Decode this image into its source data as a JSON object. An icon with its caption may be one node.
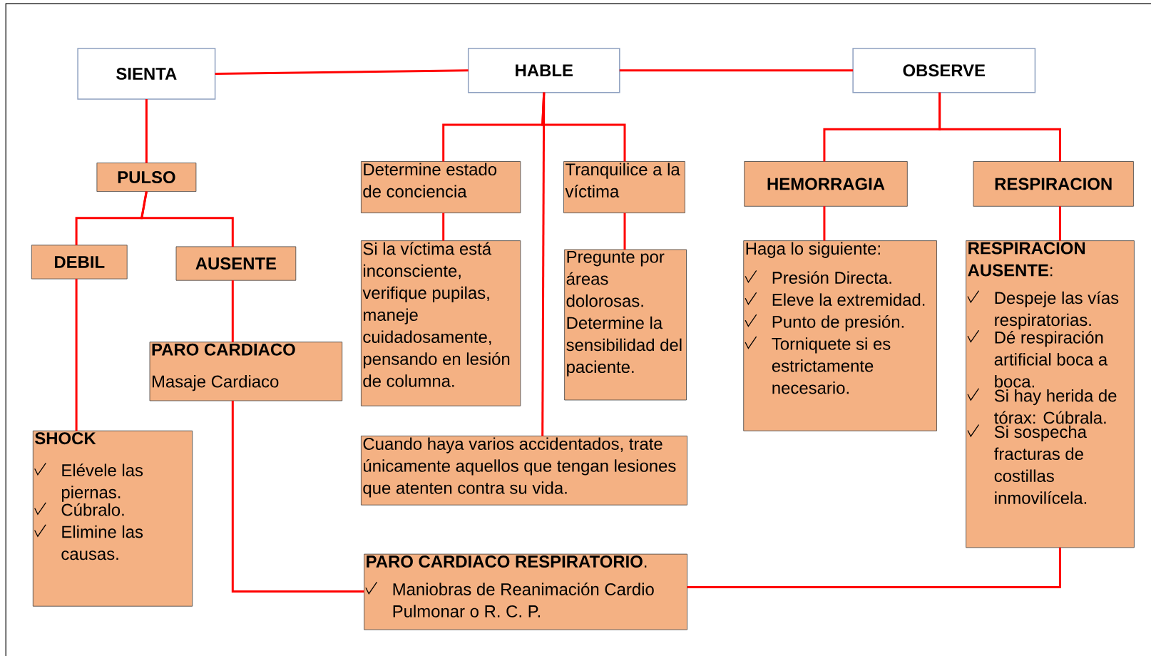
{
  "diagram": {
    "nodes": [
      {
        "text": [
          "SIENTA"
        ]
      },
      {
        "text": [
          "HABLE"
        ]
      },
      {
        "text": [
          "OBSERVE"
        ]
      },
      {
        "text": [
          "PULSO"
        ]
      },
      {
        "text": [
          "DEBIL"
        ]
      },
      {
        "text": [
          "AUSENTE"
        ]
      },
      {
        "text": [
          "PARO CARDIACO",
          "Masaje Cardiaco"
        ]
      },
      {
        "text": [
          "SHOCK",
          "Elévele las piernas.",
          "Cúbralo.",
          "Elimine las causas."
        ]
      },
      {
        "text": [
          "Determine estado de conciencia"
        ]
      },
      {
        "text": [
          "Tranquilice a la víctima"
        ]
      },
      {
        "text": [
          "Si la víctima está inconsciente, verifique pupilas, maneje cuidadosamente, pensando en lesión de columna."
        ]
      },
      {
        "text": [
          "Pregunte por áreas dolorosas. Determine la sensibilidad del paciente."
        ]
      },
      {
        "text": [
          "Cuando haya varios accidentados, trate únicamente aquellos que tengan lesiones que atenten contra su vida."
        ]
      },
      {
        "text": [
          "HEMORRAGIA"
        ]
      },
      {
        "text": [
          "RESPIRACION"
        ]
      },
      {
        "text": [
          "Haga lo siguiente:",
          "Presión Directa.",
          "Eleve la extremidad.",
          "Punto de presión.",
          "Torniquete si es estrictamente necesario."
        ]
      },
      {
        "text": [
          "**RESPIRACION AUSENTE**:",
          "Despeje las vías respiratorias.",
          "Dé respiración artificial boca a boca.",
          "Si hay herida de tórax: Cúbrala.",
          "Si sospecha fracturas de costillas inmovilícela."
        ]
      },
      {
        "text": [
          "**PARO CARDIACO RESPIRATORIO**.",
          "Maniobras de Reanimación Cardio Pulmonar o R. C. P."
        ]
      }
    ],
    "edges": [
      {
        "from": 0,
        "to": 1,
        "arrow": "none"
      },
      {
        "from": 1,
        "to": 2,
        "arrow": "none"
      },
      {
        "from": 0,
        "to": 3,
        "arrow": "none"
      },
      {
        "from": 3,
        "to": 4,
        "arrow": "none"
      },
      {
        "from": 3,
        "to": 5,
        "arrow": "none"
      },
      {
        "from": 4,
        "to": 7,
        "arrow": "none"
      },
      {
        "from": 5,
        "to": 6,
        "arrow": "none"
      },
      {
        "from": 1,
        "to": 8,
        "arrow": "none"
      },
      {
        "from": 1,
        "to": 9,
        "arrow": "none"
      },
      {
        "from": 1,
        "to": 12,
        "arrow": "none"
      },
      {
        "from": 8,
        "to": 10,
        "arrow": "none"
      },
      {
        "from": 9,
        "to": 11,
        "arrow": "none"
      },
      {
        "from": 2,
        "to": 13,
        "arrow": "none"
      },
      {
        "from": 2,
        "to": 14,
        "arrow": "none"
      },
      {
        "from": 13,
        "to": 15,
        "arrow": "none"
      },
      {
        "from": 14,
        "to": 16,
        "arrow": "none"
      },
      {
        "from": 6,
        "to": 17,
        "arrow": "none"
      },
      {
        "from": 16,
        "to": 17,
        "arrow": "none"
      }
    ]
  }
}
